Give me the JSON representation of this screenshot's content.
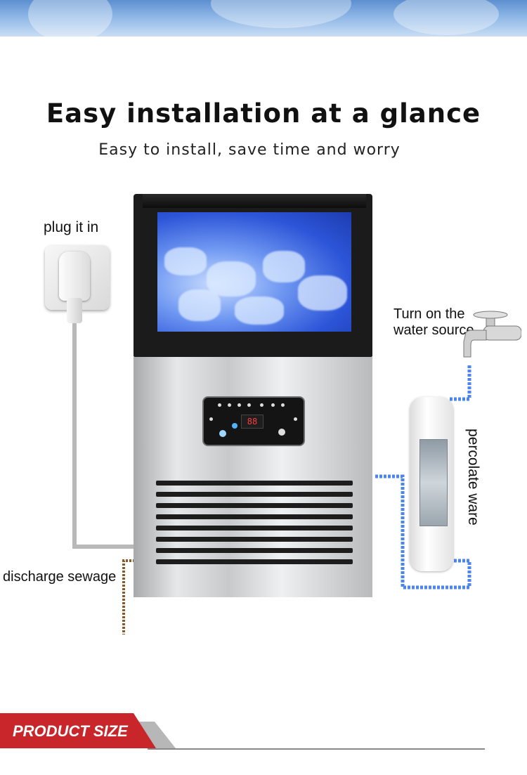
{
  "header": {
    "title": "Easy installation at a glance",
    "subtitle": "Easy to install, save time and worry"
  },
  "callouts": {
    "plug": "plug it in",
    "water_line1": "Turn on the",
    "water_line2": "water source",
    "filter": "percolate ware",
    "drain": "discharge sewage"
  },
  "panel": {
    "display_value": "88"
  },
  "footer": {
    "section_label": "PRODUCT SIZE"
  },
  "colors": {
    "accent_red": "#c8262a",
    "pipe_blue": "#4b86e8",
    "drain_brown": "#8a5a2c"
  }
}
